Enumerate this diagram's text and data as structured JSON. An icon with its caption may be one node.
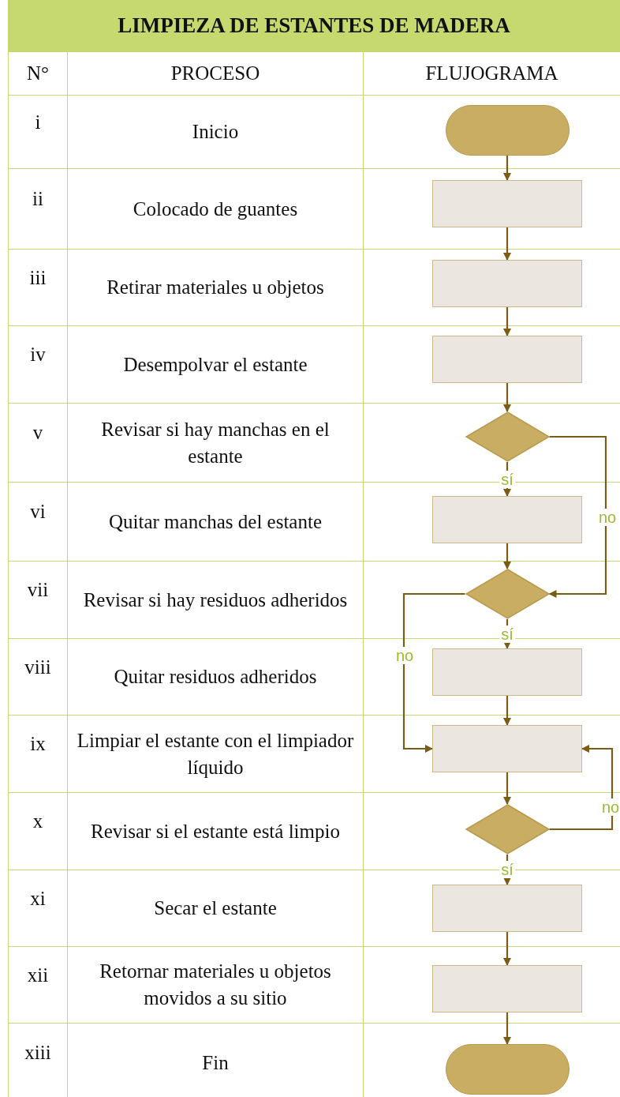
{
  "diagram": {
    "title": "LIMPIEZA DE ESTANTES DE MADERA",
    "nodes": [
      {
        "text": [],
        "shape": "oval"
      },
      {
        "text": [],
        "shape": "box"
      },
      {
        "text": [],
        "shape": "box"
      },
      {
        "text": [],
        "shape": "box"
      },
      {
        "text": [],
        "shape": "diamond"
      },
      {
        "text": [],
        "shape": "box"
      },
      {
        "text": [],
        "shape": "diamond"
      },
      {
        "text": [],
        "shape": "box"
      },
      {
        "text": [],
        "shape": "box"
      },
      {
        "text": [],
        "shape": "diamond"
      },
      {
        "text": [],
        "shape": "box"
      },
      {
        "text": [],
        "shape": "box"
      },
      {
        "text": [],
        "shape": "oval"
      }
    ],
    "edges": [
      {
        "from": 0,
        "to": 1,
        "arrow": "to"
      },
      {
        "from": 1,
        "to": 2,
        "arrow": "to"
      },
      {
        "from": 2,
        "to": 3,
        "arrow": "to"
      },
      {
        "from": 3,
        "to": 4,
        "arrow": "to"
      },
      {
        "from": 4,
        "to": 5,
        "arrow": "to",
        "label": "sí"
      },
      {
        "from": 4,
        "to": 6,
        "arrow": "to",
        "label": "no"
      },
      {
        "from": 5,
        "to": 6,
        "arrow": "to"
      },
      {
        "from": 6,
        "to": 7,
        "arrow": "to",
        "label": "sí"
      },
      {
        "from": 6,
        "to": 8,
        "arrow": "to",
        "label": "no"
      },
      {
        "from": 7,
        "to": 8,
        "arrow": "to"
      },
      {
        "from": 8,
        "to": 9,
        "arrow": "to"
      },
      {
        "from": 9,
        "to": 10,
        "arrow": "to",
        "label": "sí"
      },
      {
        "from": 9,
        "to": 8,
        "arrow": "to",
        "label": "no"
      },
      {
        "from": 10,
        "to": 11,
        "arrow": "to"
      },
      {
        "from": 11,
        "to": 12,
        "arrow": "to"
      }
    ],
    "labels": [
      "N°",
      "PROCESO",
      "FLUJOGRAMA",
      "i",
      "Inicio",
      "ii",
      "Colocado de guantes",
      "iii",
      "Retirar materiales u objetos",
      "iv",
      "Desempolvar el estante",
      "v",
      "Revisar si hay manchas en el estante",
      "vi",
      "Quitar manchas del estante",
      "vii",
      "Revisar si hay residuos adheridos",
      "viii",
      "Quitar residuos adheridos",
      "ix",
      "Limpiar el estante con el limpiador líquido",
      "x",
      "Revisar si el estante está limpio",
      "xi",
      "Secar el estante",
      "xii",
      "Retornar materiales u objetos movidos a su sitio",
      "xiii",
      "Fin"
    ]
  }
}
